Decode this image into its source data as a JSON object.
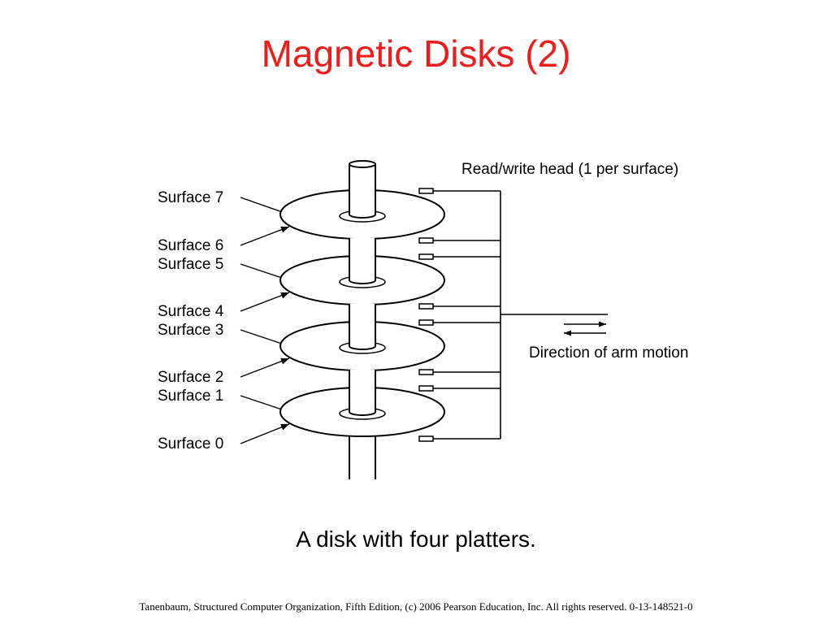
{
  "slide": {
    "title": "Magnetic Disks (2)",
    "title_color": "#ee1c1c",
    "caption": "A disk with four platters.",
    "footer": "Tanenbaum, Structured Computer Organization, Fifth Edition, (c) 2006 Pearson Education, Inc. All rights reserved. 0-13-148521-0"
  },
  "diagram": {
    "head_label": "Read/write head (1 per surface)",
    "motion_label": "Direction of arm motion",
    "platter_count": 4,
    "surfaces": [
      {
        "name": "Surface 7"
      },
      {
        "name": "Surface 6"
      },
      {
        "name": "Surface 5"
      },
      {
        "name": "Surface 4"
      },
      {
        "name": "Surface 3"
      },
      {
        "name": "Surface 2"
      },
      {
        "name": "Surface 1"
      },
      {
        "name": "Surface 0"
      }
    ]
  }
}
